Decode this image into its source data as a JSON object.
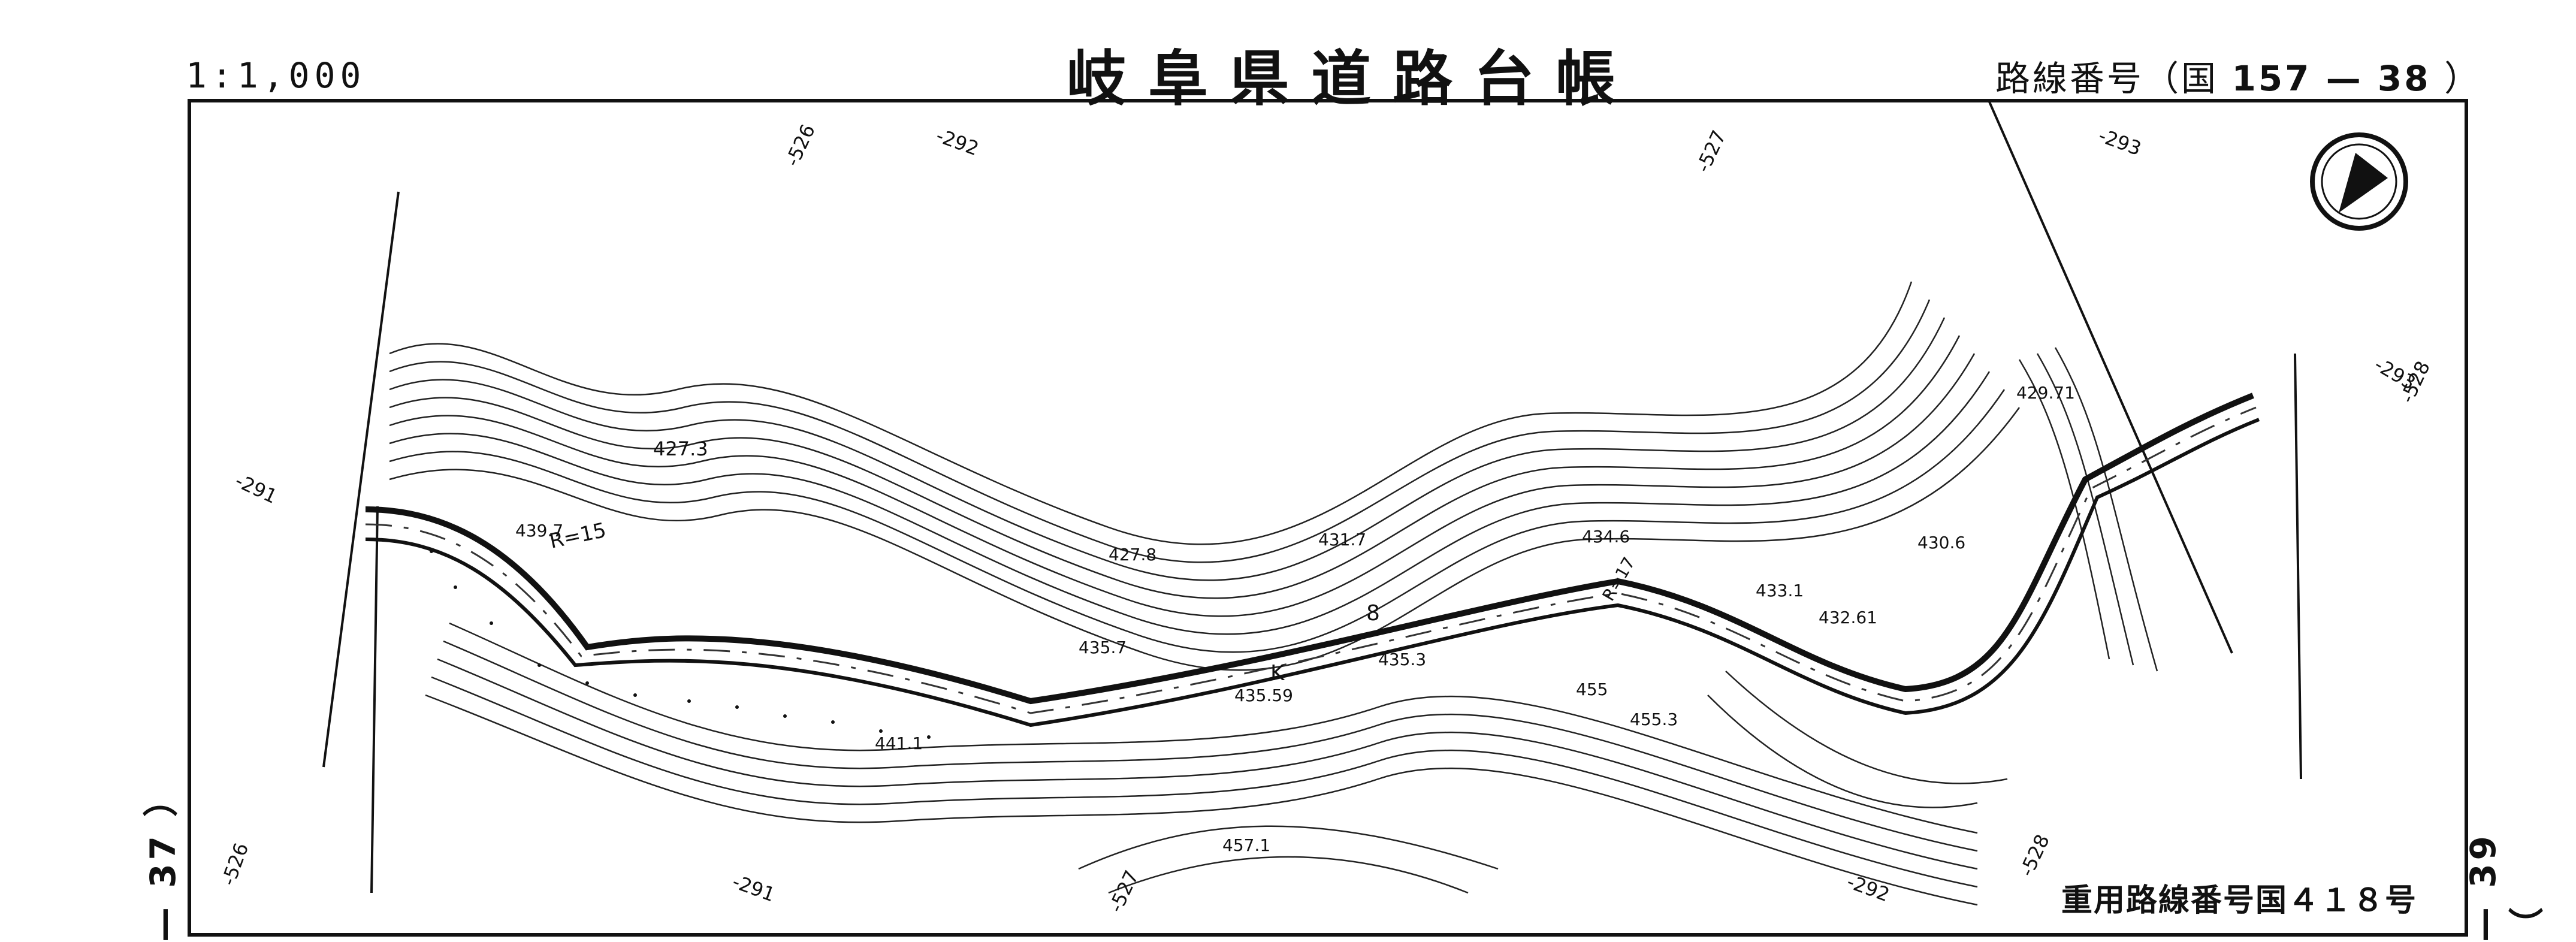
{
  "header": {
    "scale": "1:1,000",
    "title": "岐阜県道路台帳",
    "route_prefix": "路線番号（国",
    "route_number": "157 — 38",
    "route_suffix": "）"
  },
  "sheets": {
    "left": "— 37 ）",
    "right": "— 39 （"
  },
  "footer": {
    "important_route": "重用路線番号国４１８号"
  },
  "map_labels": [
    "-526",
    "-292",
    "-527",
    "-293",
    "-291",
    "-293",
    "-528",
    "-526",
    "-291",
    "-527",
    "-292",
    "-528",
    "427.3",
    "439.7",
    "R=15",
    "427.8",
    "431.7",
    "435.7",
    "435.3",
    "435.59",
    "441.1",
    "434.6",
    "433.1",
    "455",
    "455.3",
    "457.1",
    "432.61",
    "430.6",
    "429.71",
    "R=17",
    "K",
    "8"
  ],
  "north_arrow": "north-arrow"
}
